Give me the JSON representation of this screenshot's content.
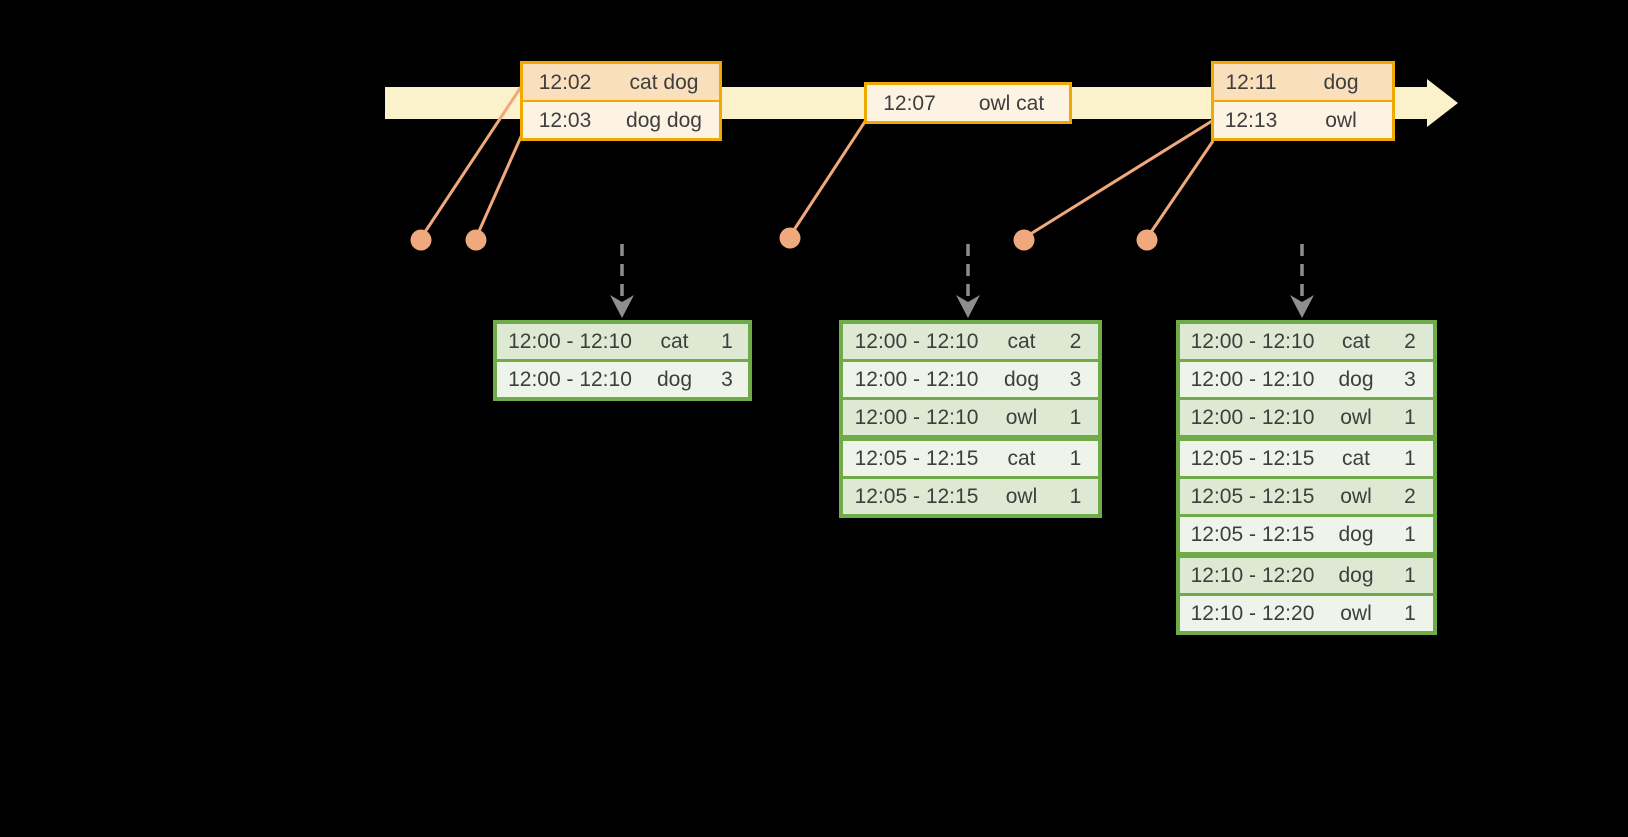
{
  "colors": {
    "background": "#000000",
    "timeline_band": "#FBF1CB",
    "event_border": "#EFA900",
    "event_row_dark": "#F9DFBC",
    "event_row_light": "#FDF3E3",
    "connector_salmon": "#F0A87D",
    "result_border": "#6FAC49",
    "result_row_dark": "#DEE9D3",
    "result_row_light": "#EFF4EA",
    "trigger_arrow_gray": "#8E8E8E",
    "text": "#3E3E3E"
  },
  "icons": {
    "timeline_arrow": "timeline-arrow-icon",
    "trigger_arrow": "down-dashed-arrow-icon",
    "event_dot": "event-dot"
  },
  "event_boxes": [
    {
      "rows": [
        {
          "time": "12:02",
          "words": "cat dog"
        },
        {
          "time": "12:03",
          "words": "dog dog"
        }
      ]
    },
    {
      "rows": [
        {
          "time": "12:07",
          "words": "owl cat"
        }
      ]
    },
    {
      "rows": [
        {
          "time": "12:11",
          "words": "dog"
        },
        {
          "time": "12:13",
          "words": "owl"
        }
      ]
    }
  ],
  "result_tables": [
    {
      "rows": [
        [
          "12:00 - 12:10",
          "cat",
          "1"
        ],
        [
          "12:00 - 12:10",
          "dog",
          "3"
        ]
      ]
    },
    {
      "rows": [
        [
          "12:00 - 12:10",
          "cat",
          "2"
        ],
        [
          "12:00 - 12:10",
          "dog",
          "3"
        ],
        [
          "12:00 - 12:10",
          "owl",
          "1"
        ],
        [
          "12:05 - 12:15",
          "cat",
          "1"
        ],
        [
          "12:05 - 12:15",
          "owl",
          "1"
        ]
      ]
    },
    {
      "rows": [
        [
          "12:00 - 12:10",
          "cat",
          "2"
        ],
        [
          "12:00 - 12:10",
          "dog",
          "3"
        ],
        [
          "12:00 - 12:10",
          "owl",
          "1"
        ],
        [
          "12:05 - 12:15",
          "cat",
          "1"
        ],
        [
          "12:05 - 12:15",
          "owl",
          "2"
        ],
        [
          "12:05 - 12:15",
          "dog",
          "1"
        ],
        [
          "12:10 - 12:20",
          "dog",
          "1"
        ],
        [
          "12:10 - 12:20",
          "owl",
          "1"
        ]
      ]
    }
  ]
}
